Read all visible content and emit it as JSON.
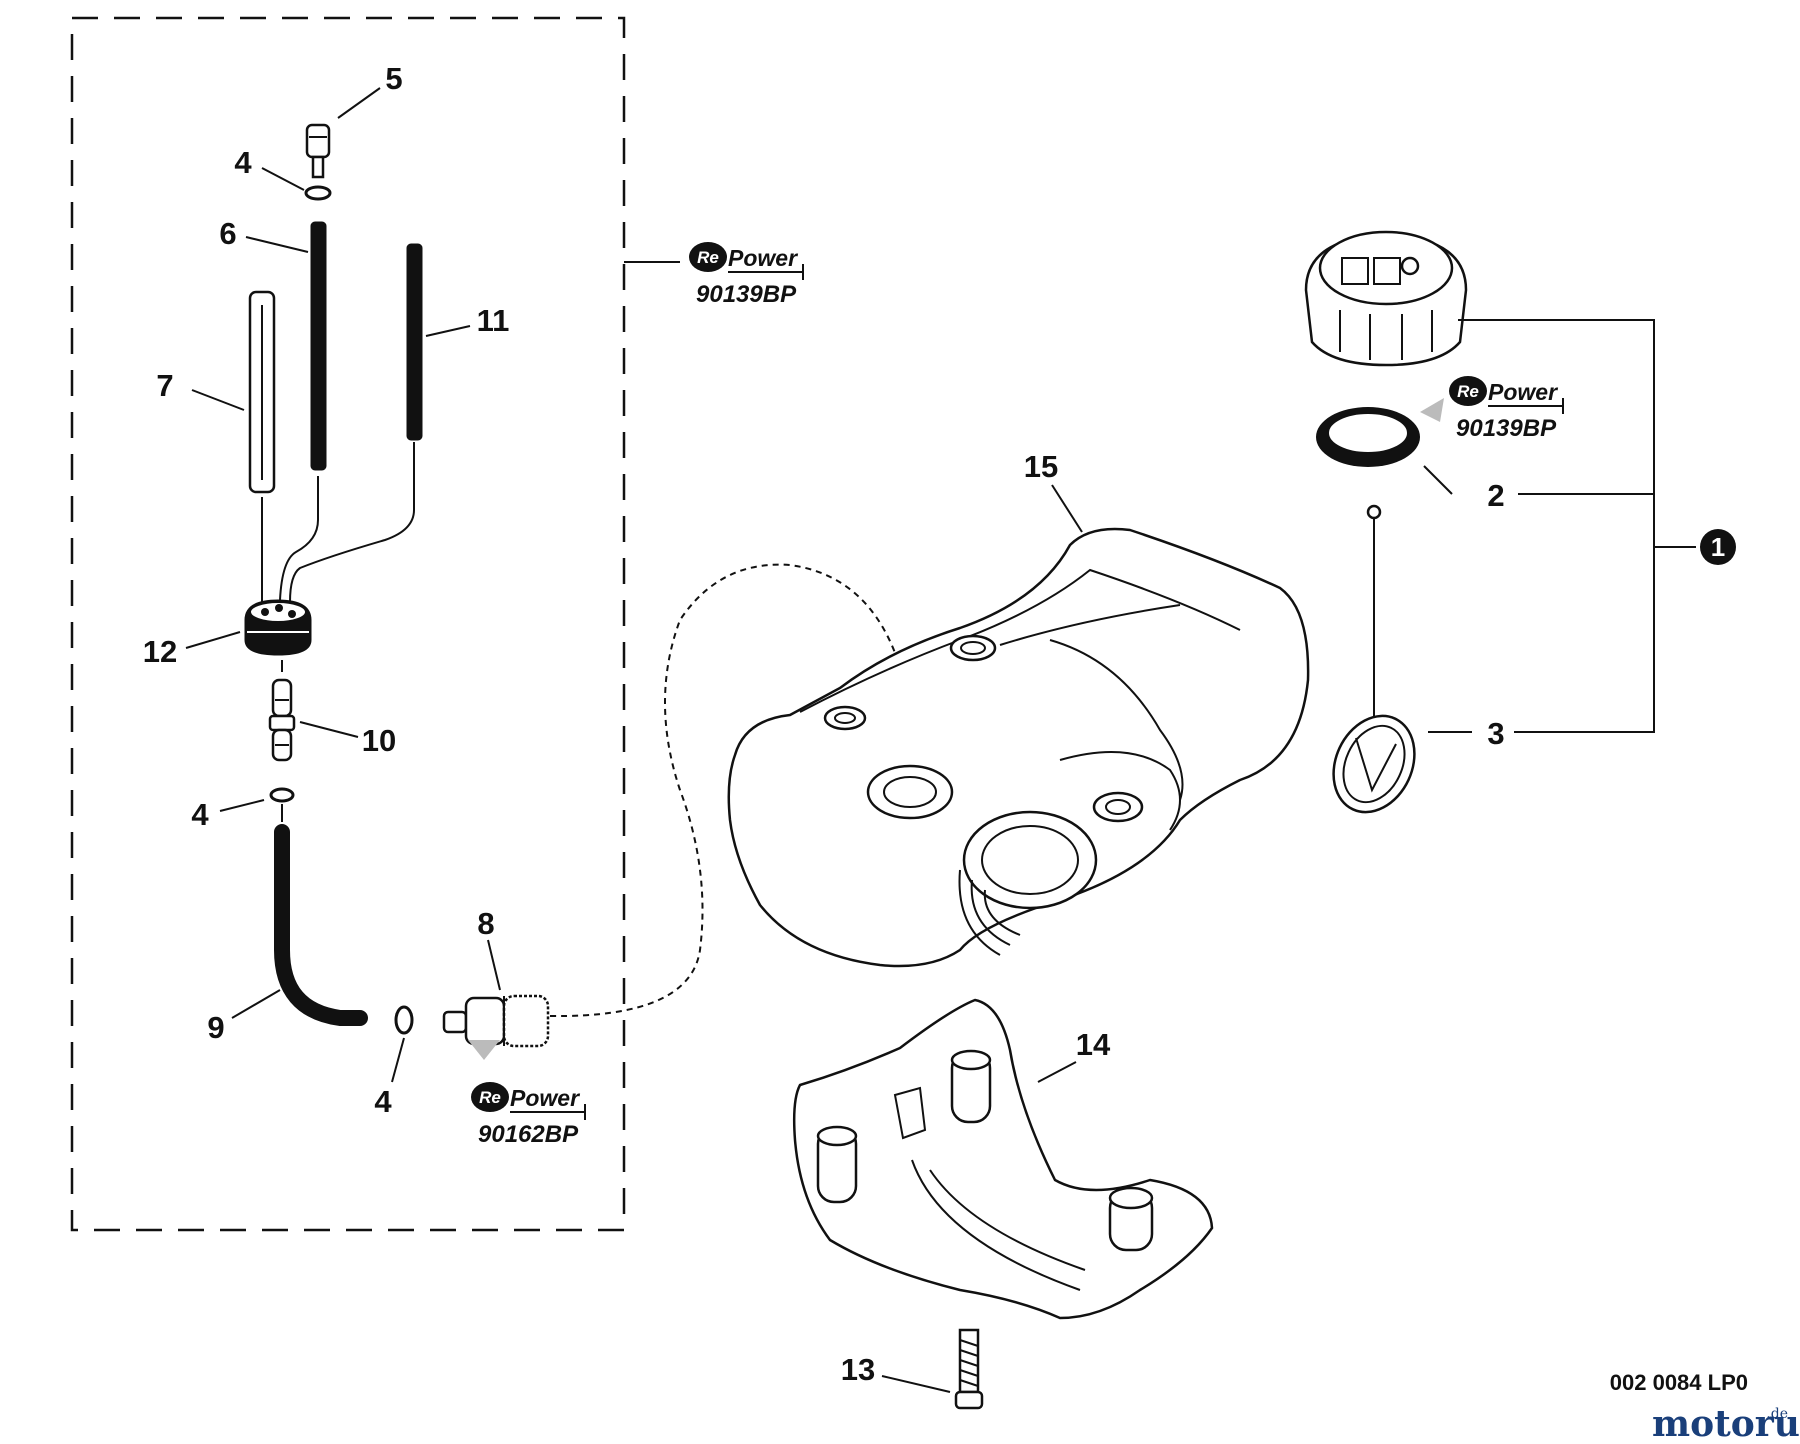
{
  "parts": [
    {
      "id": "label-1",
      "text": "1"
    },
    {
      "id": "label-2",
      "text": "2"
    },
    {
      "id": "label-3",
      "text": "3"
    },
    {
      "id": "label-4a",
      "text": "4"
    },
    {
      "id": "label-4b",
      "text": "4"
    },
    {
      "id": "label-4c",
      "text": "4"
    },
    {
      "id": "label-5",
      "text": "5"
    },
    {
      "id": "label-6",
      "text": "6"
    },
    {
      "id": "label-7",
      "text": "7"
    },
    {
      "id": "label-8",
      "text": "8"
    },
    {
      "id": "label-9",
      "text": "9"
    },
    {
      "id": "label-10",
      "text": "10"
    },
    {
      "id": "label-11",
      "text": "11"
    },
    {
      "id": "label-12",
      "text": "12"
    },
    {
      "id": "label-13",
      "text": "13"
    },
    {
      "id": "label-14",
      "text": "14"
    },
    {
      "id": "label-15",
      "text": "15"
    }
  ],
  "repower_kits": [
    {
      "brand_re": "Re",
      "brand_power": "Power",
      "code": "90139BP"
    },
    {
      "brand_re": "Re",
      "brand_power": "Power",
      "code": "90139BP"
    },
    {
      "brand_re": "Re",
      "brand_power": "Power",
      "code": "90162BP"
    }
  ],
  "document_number": "002 0084 LP0",
  "watermark": {
    "name": "motoruf",
    "tld": ".de"
  },
  "colors": {
    "line": "#111111",
    "watermark": "#1a3f7a",
    "background": "#ffffff"
  }
}
